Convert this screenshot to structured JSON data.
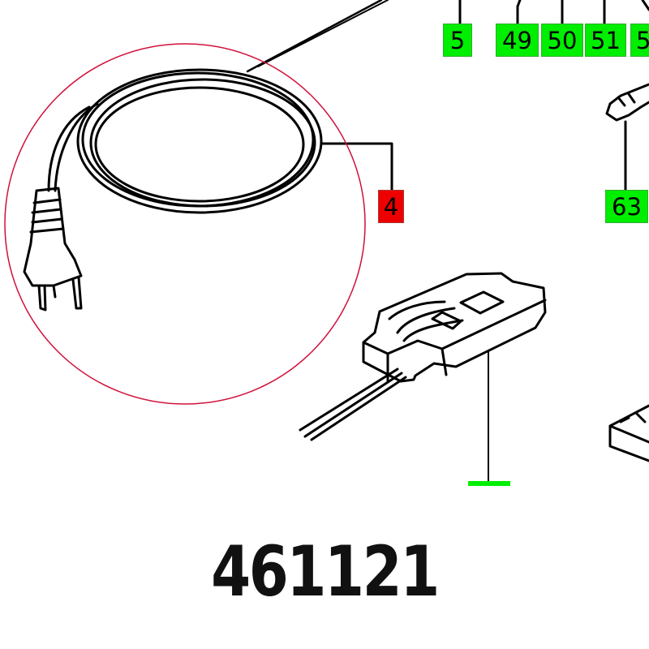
{
  "diagram": {
    "part_number": "461121",
    "callouts": [
      {
        "id": "5",
        "color": "#00ee00"
      },
      {
        "id": "49",
        "color": "#00ee00"
      },
      {
        "id": "50",
        "color": "#00ee00"
      },
      {
        "id": "51",
        "color": "#00ee00"
      },
      {
        "id": "5",
        "color": "#00ee00"
      },
      {
        "id": "63",
        "color": "#00ee00"
      },
      {
        "id": "4",
        "color": "#ee0000"
      }
    ],
    "highlight_circle_color": "#d0103a"
  }
}
